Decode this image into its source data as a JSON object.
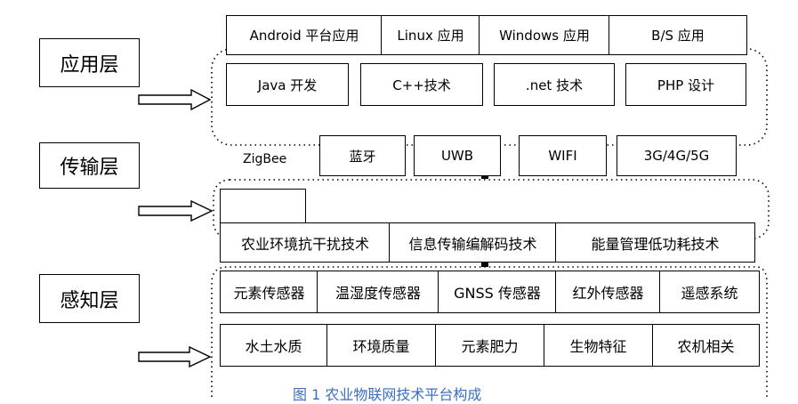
{
  "layers": {
    "application": "应用层",
    "transport": "传输层",
    "perception": "感知层"
  },
  "application": {
    "platforms": [
      "Android 平台应用",
      "Linux 应用",
      "Windows 应用",
      "B/S 应用"
    ],
    "technologies": [
      "Java 开发",
      "C++技术",
      ".net 技术",
      "PHP 设计"
    ]
  },
  "transport": {
    "zigbee": "ZigBee",
    "networks": [
      "蓝牙",
      "UWB",
      "WIFI",
      "3G/4G/5G"
    ],
    "techniques": [
      "农业环境抗干扰技术",
      "信息传输编解码技术",
      "能量管理低功耗技术"
    ]
  },
  "perception": {
    "sensors": [
      "元素传感器",
      "温湿度传感器",
      "GNSS 传感器",
      "红外传感器",
      "遥感系统"
    ],
    "objects": [
      "水土水质",
      "环境质量",
      "元素肥力",
      "生物特征",
      "农机相关"
    ]
  },
  "caption": "图  1  农业物联网技术平台构成"
}
